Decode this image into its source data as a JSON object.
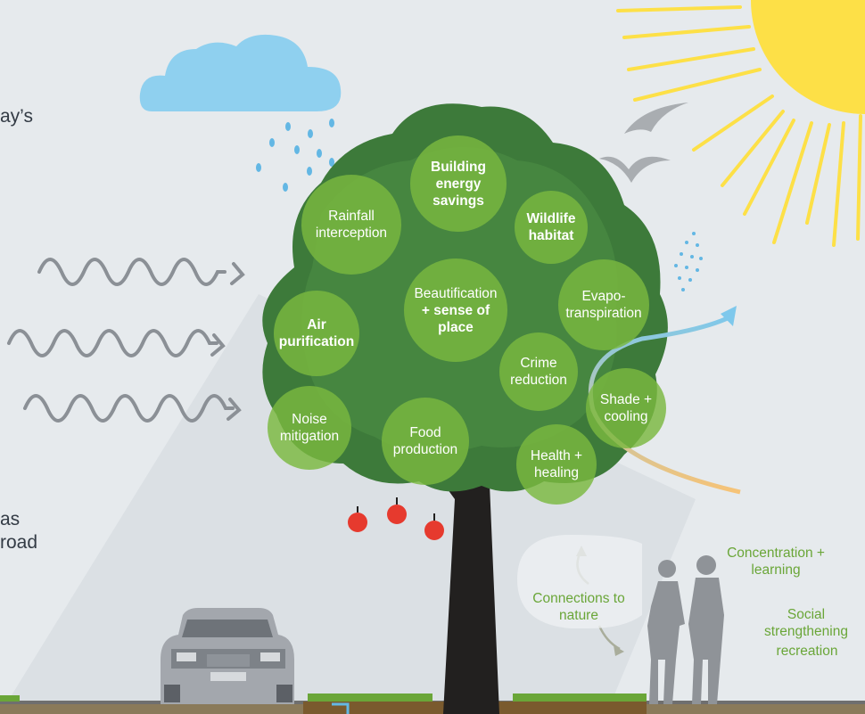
{
  "partial_text": {
    "top_left": "ay’s",
    "bottom_left_line1": "as",
    "bottom_left_line2": "road"
  },
  "benefits": {
    "building_energy_savings": "Building energy savings",
    "rainfall_interception": "Rainfall interception",
    "wildlife_habitat": "Wildlife habitat",
    "beautification_line1": "Beautification",
    "beautification_line2": "+ sense of place",
    "evapotranspiration_line1": "Evapo-",
    "evapotranspiration_line2": "transpiration",
    "air_purification": "Air purification",
    "crime_reduction": "Crime reduction",
    "shade_cooling_line1": "Shade +",
    "shade_cooling_line2": "cooling",
    "noise_mitigation": "Noise mitigation",
    "food_production": "Food production",
    "health_healing": "Health + healing"
  },
  "people_benefits": {
    "connections_to_nature": "Connections to nature",
    "concentration_learning": "Concentration + learning",
    "social_strengthening": "Social strengthening",
    "recreation": "recreation"
  },
  "colors": {
    "background": "#e6eaed",
    "canopy_dark": "#3d7a3a",
    "canopy_light": "#4f8f45",
    "circle_fill": "#7ab840",
    "trunk": "#22201f",
    "sun": "#fde047",
    "cloud": "#8fd0ef",
    "label_green": "#6aa638",
    "text_dark": "#333b45",
    "apple": "#e63a2e"
  }
}
